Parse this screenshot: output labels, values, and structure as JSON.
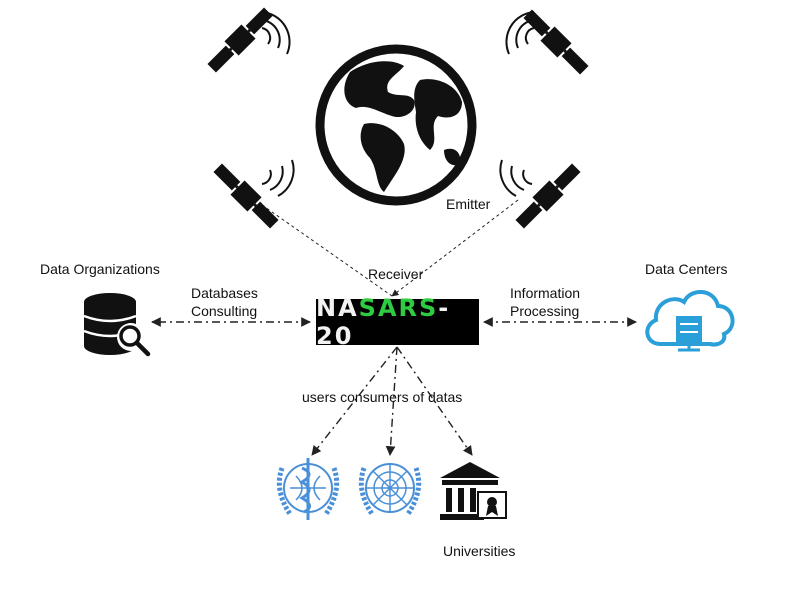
{
  "labels": {
    "emitter": "Emitter",
    "receiver": "Receiver",
    "data_organizations": "Data Organizations",
    "databases": "Databases",
    "consulting": "Consulting",
    "information": "Information",
    "processing": "Processing",
    "data_centers": "Data Centers",
    "users_consumers": "users consumers of datas",
    "universities": "Universities"
  },
  "logo": {
    "part1": "NA",
    "part2": "SARS",
    "part3": "- 20"
  },
  "colors": {
    "line": "#222222",
    "un_blue": "#4a90d9",
    "cloud_blue": "#2a9fd8",
    "logo_green": "#2ecc40",
    "logo_bg": "#000000"
  },
  "icons": [
    "satellite-icon",
    "globe-icon",
    "database-search-icon",
    "cloud-server-icon",
    "who-emblem-icon",
    "un-emblem-icon",
    "university-icon"
  ]
}
